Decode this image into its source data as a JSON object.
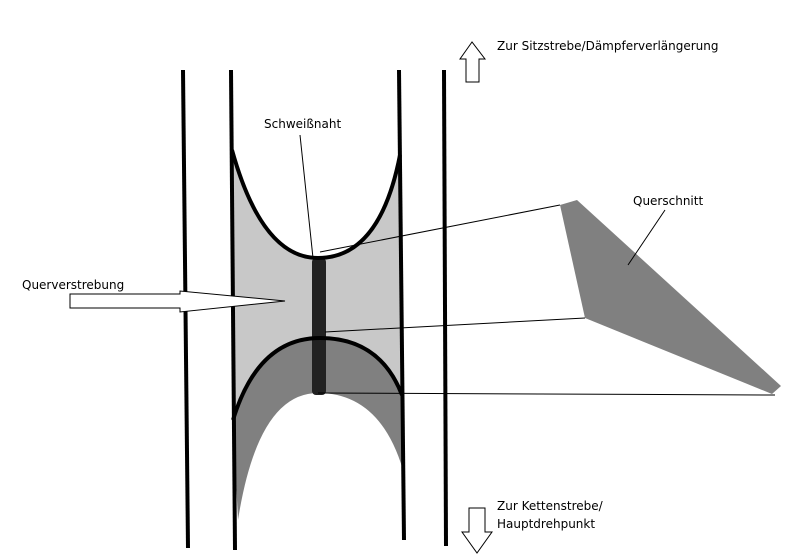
{
  "labels": {
    "top_direction": "Zur Sitzstrebe/Dämpferverlängerung",
    "bottom_direction_line1": "Zur Kettenstrebe/",
    "bottom_direction_line2": "Hauptdrehpunkt",
    "weld": "Schweißnaht",
    "cross_brace": "Querverstrebung",
    "cross_section": "Querschnitt"
  },
  "colors": {
    "light_fill": "#c8c8c8",
    "dark_fill": "#808080",
    "weld": "#222222",
    "stroke": "#000000"
  }
}
